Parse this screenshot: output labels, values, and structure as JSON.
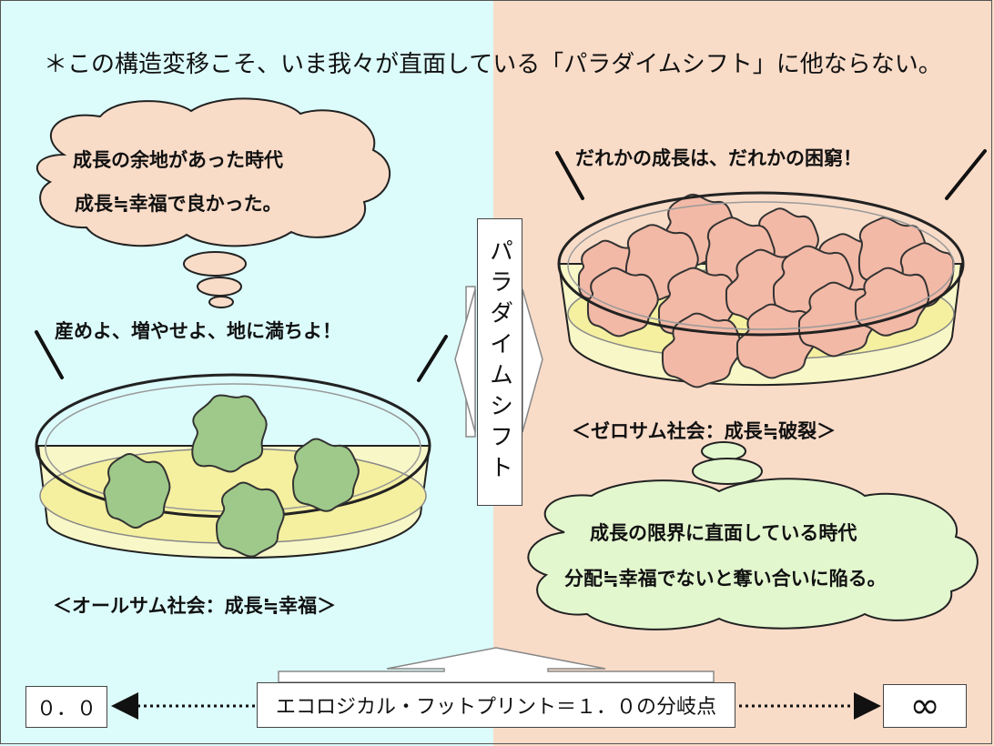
{
  "heading": "＊この構造変移こそ、いま我々が直面している「パラダイムシフト」に他ならない。",
  "left": {
    "bubble_line1": "成長の余地があった時代",
    "bubble_line2": "成長≒幸福で良かった。",
    "slogan": "産めよ、増やせよ、地に満ちよ！",
    "caption": "＜オールサム社会：成長≒幸福＞"
  },
  "right": {
    "slogan": "だれかの成長は、だれかの困窮！",
    "caption": "＜ゼロサム社会：成長≒破裂＞",
    "bubble_line1": "成長の限界に直面している時代",
    "bubble_line2": "分配≒幸福でないと奪い合いに陥る。"
  },
  "paradigm_shift_label": "パラダイムシフト",
  "bottom": {
    "zero_label": "０．０",
    "eco_label": "エコロジカル・フットプリント＝１．０の分岐点",
    "infinity_label": "∞"
  },
  "colors": {
    "left_bg": "#dcfcfb",
    "right_bg": "#f9dcc8",
    "bubble_left": "#f9dcc8",
    "bubble_right": "#e3f7cf",
    "green_blob": "#9fc98a",
    "peach_blob": "#f2b9a6",
    "agar": "#f5f0a0"
  }
}
